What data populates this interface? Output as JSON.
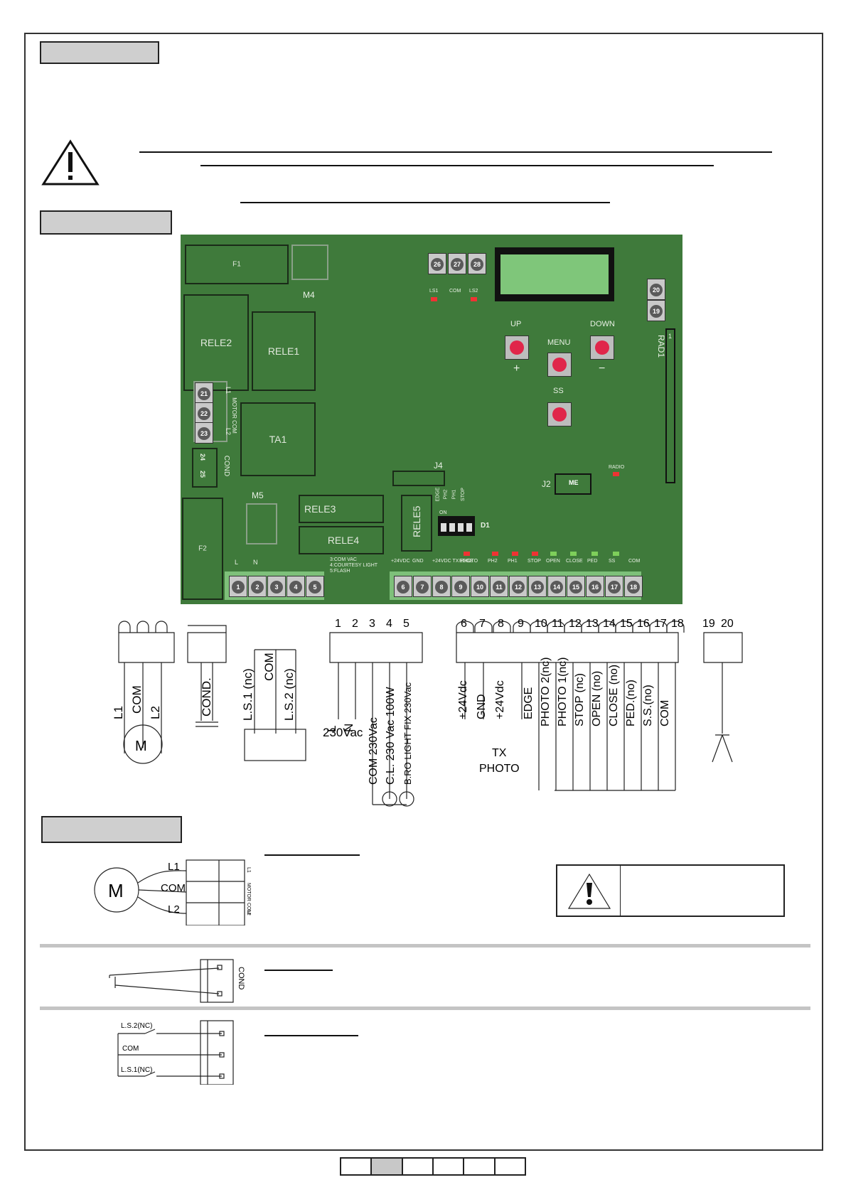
{
  "board": {
    "fuse1": "F1",
    "fuse2": "F2",
    "m4": "M4",
    "m5": "M5",
    "rele1": "RELE1",
    "rele2": "RELE2",
    "rele3": "RELE3",
    "rele4": "RELE4",
    "rele5": "RELE5",
    "ta1": "TA1",
    "j4": "J4",
    "j2": "J2",
    "me": "ME",
    "d1": "D1",
    "rad1": "RAD1",
    "rad1_pin": "1",
    "cond": "COND",
    "radio": "RADIO",
    "up": "UP",
    "plus": "+",
    "menu": "MENU",
    "down": "DOWN",
    "minus": "−",
    "ss": "SS",
    "ls1": "LS1",
    "com": "COM",
    "ls2": "LS2",
    "motor_l1": "L1",
    "motor_com": "MOTOR COM",
    "motor_l2": "L2",
    "dip_on": "ON",
    "dip_labels": [
      "EDGE",
      "PH2",
      "PH1",
      "STOP"
    ],
    "power_l": "L",
    "power_n": "N",
    "power_note": [
      "3:COM VAC",
      "4:COURTESY LIGHT",
      "5:FLASH"
    ],
    "bottom_labels": [
      "+24VDC",
      "GND",
      "+24VDC TX PHOTO",
      "EDGE",
      "PH2",
      "PH1",
      "STOP",
      "OPEN",
      "CLOSE",
      "PED",
      "SS",
      "COM"
    ],
    "terminals_bottom_left": [
      "1",
      "2",
      "3",
      "4",
      "5"
    ],
    "terminals_bottom_right": [
      "6",
      "7",
      "8",
      "9",
      "10",
      "11",
      "12",
      "13",
      "14",
      "15",
      "16",
      "17",
      "18"
    ],
    "terminals_top": [
      "26",
      "27",
      "28"
    ],
    "terminals_right": [
      "20",
      "19"
    ],
    "terminals_motor": [
      "21",
      "22",
      "23"
    ],
    "terminals_cond": [
      "24",
      "25"
    ]
  },
  "wiring": {
    "motor": [
      "L1",
      "COM",
      "L2"
    ],
    "motor_symbol": "M",
    "cond": "COND.",
    "limit": [
      "L.S.1 (nc)",
      "COM",
      "L.S.2 (nc)"
    ],
    "power_numbers": [
      "1",
      "2",
      "3",
      "4",
      "5"
    ],
    "power_l": "L",
    "power_n": "N",
    "power_vac": "230Vac",
    "power_com": "COM 230Vac",
    "power_cl": "C.L. 230 Vac 100W",
    "power_flash": "B.RO LIGHT FIX 230Vac",
    "ctrl_numbers": [
      "6",
      "7",
      "8",
      "9",
      "10",
      "11",
      "12",
      "13",
      "14",
      "15",
      "16",
      "17",
      "18"
    ],
    "ctrl_labels": [
      "+24Vdc",
      "GND",
      "+24Vdc",
      "EDGE",
      "PHOTO 2(nc)",
      "PHOTO 1(nc)",
      "STOP (nc)",
      "OPEN (no)",
      "CLOSE (no)",
      "PED.(no)",
      "S.S.(no)",
      "COM"
    ],
    "tx": "TX",
    "photo": "PHOTO",
    "ant_numbers": [
      "19",
      "20"
    ]
  },
  "detail": {
    "motor_l1": "L1",
    "motor_com": "COM",
    "motor_l2": "L2",
    "motor_symbol": "M",
    "motor_side_l1": "L1",
    "motor_side_com": "MOTOR COM",
    "motor_side_l2": "L2",
    "cond": "COND",
    "ls2": "L.S.2(NC)",
    "com": "COM",
    "ls1": "L.S.1(NC)"
  },
  "pager": {
    "cells": 6,
    "active": 1
  }
}
